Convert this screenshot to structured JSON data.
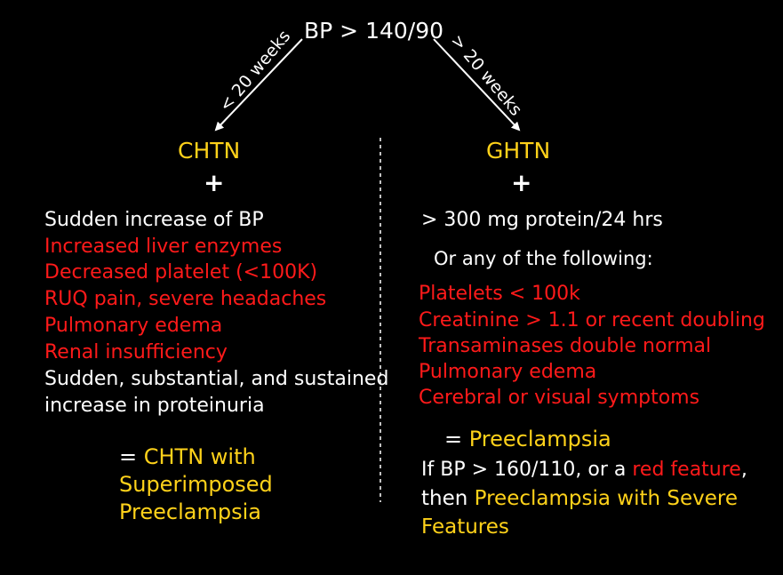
{
  "root": {
    "label": "BP > 140/90"
  },
  "branches": {
    "left_condition": "< 20 weeks",
    "right_condition": "> 20 weeks"
  },
  "left": {
    "header": "CHTN",
    "plus": "+",
    "items": [
      "Sudden increase of BP",
      "Increased liver enzymes",
      "Decreased platelet (<100K)",
      "RUQ pain, severe headaches",
      "Pulmonary edema",
      "Renal insufficiency",
      "Sudden, substantial, and sustained",
      "increase in proteinuria"
    ],
    "result_prefix": "= ",
    "result_line1": "CHTN with",
    "result_line2": "Superimposed",
    "result_line3": "Preeclampsia"
  },
  "right": {
    "header": "GHTN",
    "plus": "+",
    "criterion": "> 300 mg protein/24 hrs",
    "alt_text": "Or any of the following:",
    "items": [
      "Platelets < 100k",
      "Creatinine > 1.1 or recent doubling",
      "Transaminases double normal",
      "Pulmonary edema",
      "Cerebral or visual symptoms"
    ],
    "result_prefix": "= ",
    "result": "Preeclampsia",
    "severe_prefix": "If BP > 160/110, or a ",
    "severe_red": "red feature",
    "severe_suffix": ",",
    "severe_then": "then ",
    "severe_result_line1": "Preeclampsia with Severe",
    "severe_result_line2": "Features"
  },
  "colors": {
    "background": "#000000",
    "text": "#ffffff",
    "highlight": "#ffd21a",
    "red_feature": "#ff1a1a"
  }
}
